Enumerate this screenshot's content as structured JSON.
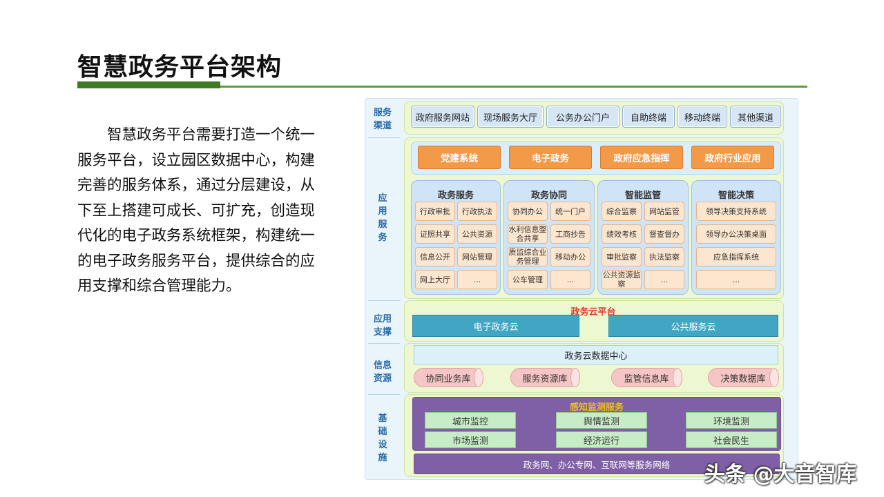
{
  "title": "智慧政务平台架构",
  "paragraph": [
    "智慧政务平台需要打造一个统一",
    "服务平台，设立园区数据中心，构建",
    "完善的服务体系，通过分层建设，从",
    "下至上搭建可成长、可扩充，创造现",
    "代化的电子政务系统框架，构建统一",
    "的电子政务服务平台，提供综合的应",
    "用支撑和综合管理能力。"
  ],
  "diagram": {
    "layers": {
      "service_channel": [
        "服务",
        "渠道"
      ],
      "app_service": [
        "应",
        "用",
        "服",
        "务"
      ],
      "app_support": [
        "应用",
        "支撑"
      ],
      "info_resource": [
        "信息",
        "资源"
      ],
      "infrastructure": [
        "基",
        "础",
        "设",
        "施"
      ]
    },
    "channels": [
      "政府服务网站",
      "现场服务大厅",
      "公务办公门户",
      "自助终端",
      "移动终端",
      "其他渠道"
    ],
    "top_apps": [
      "党建系统",
      "电子政务",
      "政府应急指挥",
      "政府行业应用"
    ],
    "groups": [
      {
        "title": "政务服务",
        "items": [
          "行政审批",
          "行政执法",
          "证照共享",
          "公共资源",
          "信息公开",
          "网站管理",
          "网上大厅",
          "..."
        ]
      },
      {
        "title": "政务协同",
        "items": [
          "协同办公",
          "统一门户",
          "水利信息整合共享",
          "工商抄告",
          "质监综合业务管理",
          "移动办公",
          "公车管理",
          "..."
        ]
      },
      {
        "title": "智能监管",
        "items": [
          "综合监察",
          "网站监管",
          "绩效考核",
          "督查督办",
          "审批监察",
          "执法监察",
          "公共资源监察",
          "..."
        ]
      },
      {
        "title": "智能决策",
        "items": [
          "领导决策支持系统",
          "领导办公决策桌面",
          "应急指挥系统",
          "..."
        ]
      }
    ],
    "cloud_platform": {
      "label": "政务云平台",
      "items": [
        "电子政务云",
        "公共服务云"
      ]
    },
    "data_center": "政务云数据中心",
    "databases": [
      "协同业务库",
      "服务资源库",
      "监管信息库",
      "决策数据库"
    ],
    "sensing": {
      "label": "感知监测服务",
      "items": [
        "城市监控",
        "舆情监测",
        "环境监测",
        "市场监测",
        "经济运行",
        "社会民生"
      ]
    },
    "network": "政务网、办公专网、互联网等服务网络"
  },
  "watermark": "头条 @大音智库",
  "colors": {
    "accent_green": "#3f7a24",
    "orange": "#f29a48",
    "teal": "#41a6c3",
    "purple": "#7f5fa5"
  }
}
